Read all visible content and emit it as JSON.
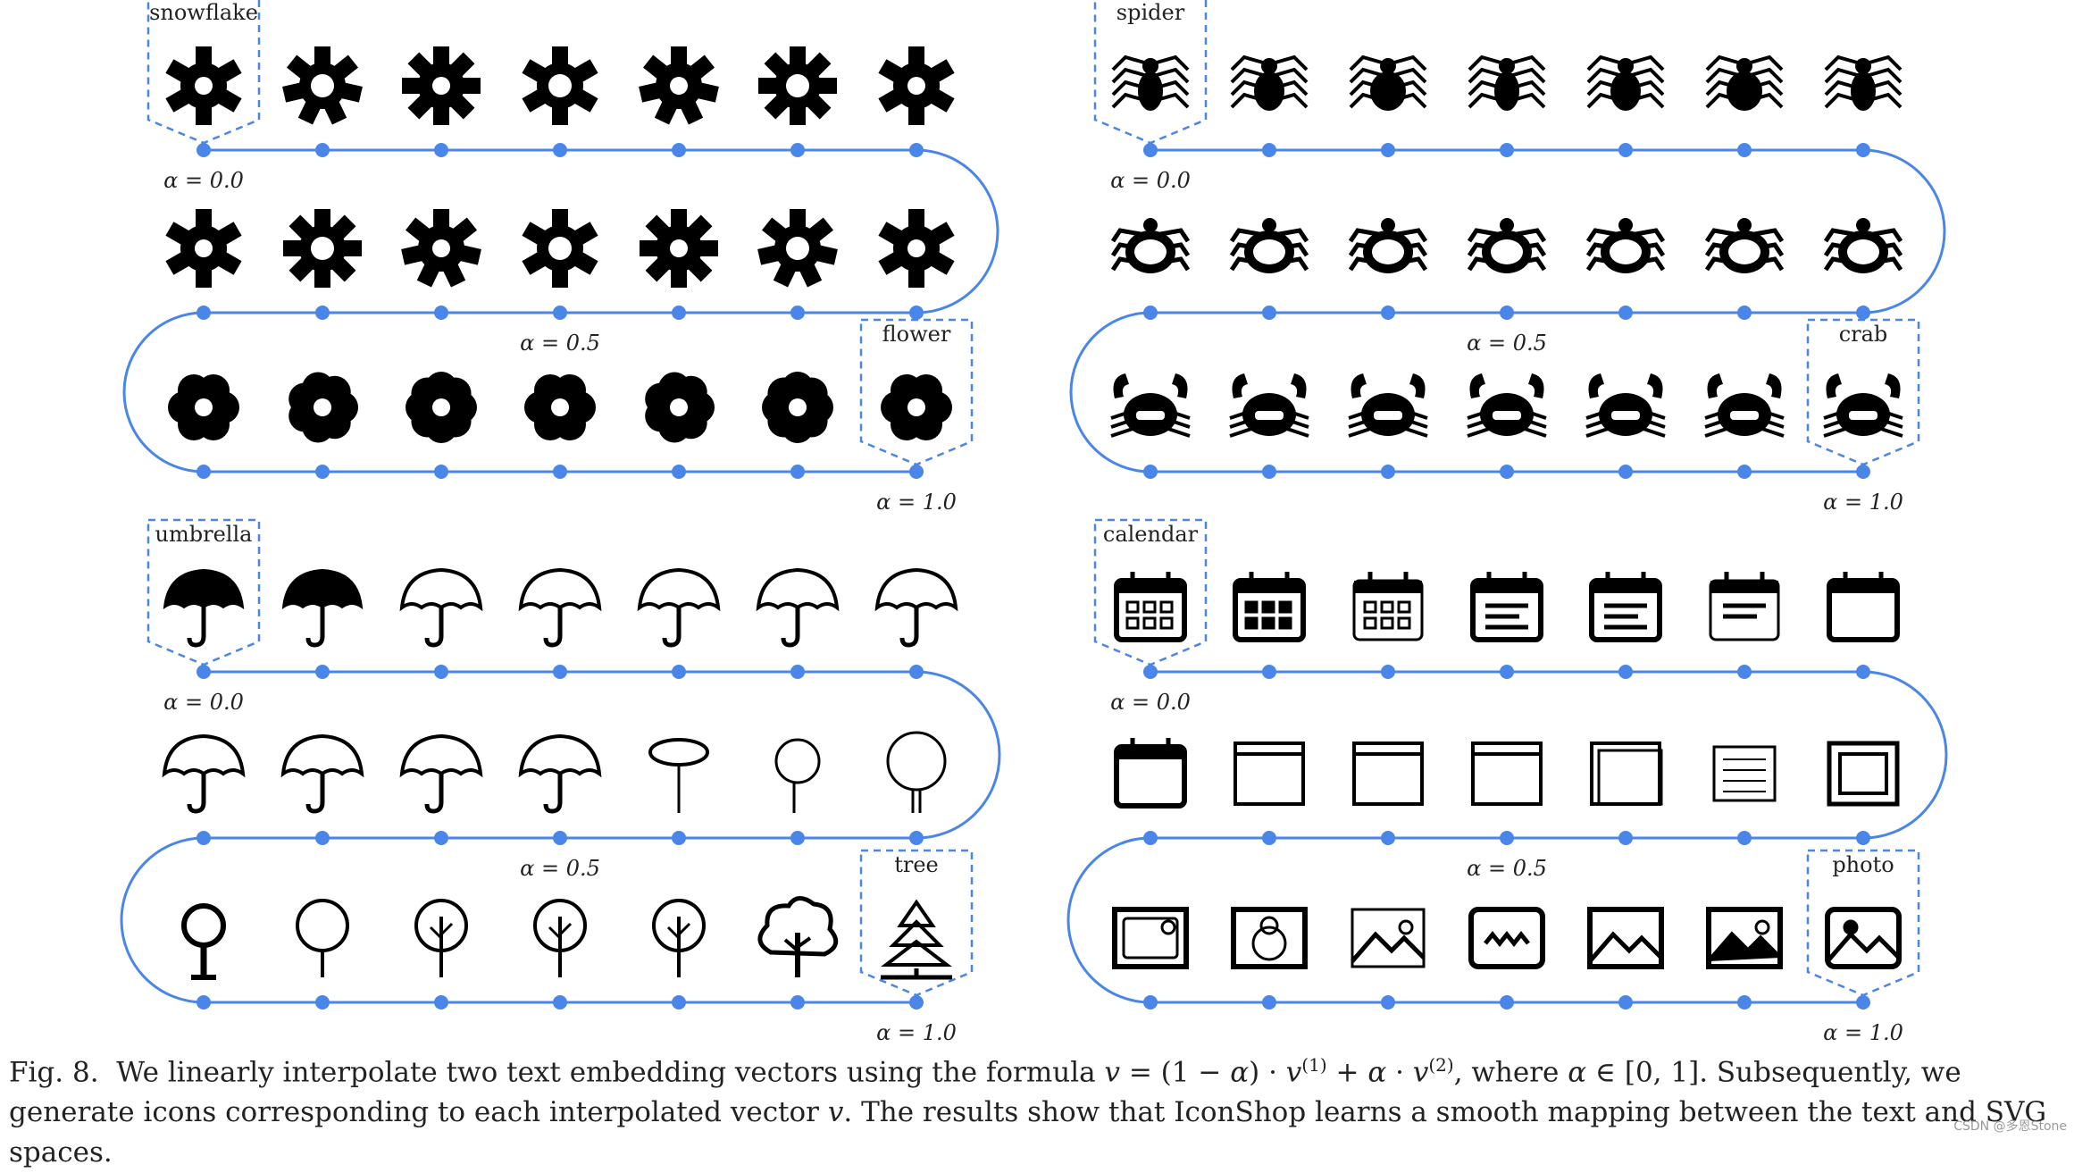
{
  "figure": {
    "path_color": "#4a86e8",
    "icon_color": "#000000",
    "panels": [
      {
        "start_label": "snowflake",
        "end_label": "flower",
        "alpha_labels": [
          "α = 0.0",
          "α = 0.5",
          "α = 1.0"
        ],
        "icons": [
          "snowflake-icon",
          "snowflake-icon",
          "snowflake-icon",
          "snowflake-icon",
          "snowflake-icon",
          "snowflake-icon",
          "snowflake-icon",
          "snowflake-icon",
          "snowflake-icon",
          "snowflake-icon",
          "snowflake-icon",
          "snowflake-icon",
          "snowflake-icon",
          "snowflake-icon",
          "flower-icon",
          "flower-icon",
          "flower-icon",
          "flower-icon",
          "flower-icon",
          "flower-icon",
          "flower-icon"
        ]
      },
      {
        "start_label": "spider",
        "end_label": "crab",
        "alpha_labels": [
          "α = 0.0",
          "α = 0.5",
          "α = 1.0"
        ],
        "icons": [
          "spider-icon",
          "spider-icon",
          "spider-icon",
          "spider-icon",
          "spider-icon",
          "spider-icon",
          "spider-icon",
          "bug-icon",
          "bug-icon",
          "bug-icon",
          "bug-icon",
          "bug-icon",
          "bug-icon",
          "bug-icon",
          "crab-icon",
          "crab-icon",
          "crab-icon",
          "crab-icon",
          "crab-icon",
          "crab-icon",
          "crab-icon"
        ]
      },
      {
        "start_label": "umbrella",
        "end_label": "tree",
        "alpha_labels": [
          "α = 0.0",
          "α = 0.5",
          "α = 1.0"
        ],
        "icons": [
          "umbrella-icon",
          "umbrella-icon",
          "umbrella-icon",
          "umbrella-icon",
          "umbrella-icon",
          "umbrella-icon",
          "umbrella-icon",
          "balloon-icon",
          "balloon-icon",
          "balloon-icon",
          "umbrella-icon",
          "umbrella-icon",
          "umbrella-icon",
          "umbrella-icon",
          "tree-icon",
          "tree-icon",
          "tree-icon",
          "tree-icon",
          "tree-icon",
          "tree-icon",
          "tree-icon"
        ]
      },
      {
        "start_label": "calendar",
        "end_label": "photo",
        "alpha_labels": [
          "α = 0.0",
          "α = 0.5",
          "α = 1.0"
        ],
        "icons": [
          "calendar-icon",
          "calendar-icon",
          "calendar-icon",
          "calendar-icon",
          "calendar-icon",
          "calendar-icon",
          "calendar-icon",
          "frame-icon",
          "document-icon",
          "frame-icon",
          "frame-icon",
          "frame-icon",
          "frame-icon",
          "calendar-icon",
          "photo-icon",
          "photo-icon",
          "photo-icon",
          "photo-icon",
          "photo-icon",
          "photo-icon",
          "photo-icon"
        ]
      }
    ]
  },
  "caption": {
    "fig_label": "Fig. 8.",
    "part1": "We linearly interpolate two text embedding vectors using the formula",
    "formula_v": "v",
    "formula_eq": " = (1 − ",
    "formula_alpha": "α",
    "formula_mid": ") · ",
    "formula_v1": "v",
    "formula_sup1": "(1)",
    "formula_plus": " + ",
    "formula_alpha2": "α",
    "formula_dot": " · ",
    "formula_v2": "v",
    "formula_sup2": "(2)",
    "part2": ", where ",
    "formula_alpha3": "α",
    "formula_range": " ∈ [0, 1]",
    "part3": ". Subsequently, we generate icons corresponding to each interpolated vector ",
    "formula_v3": "v",
    "part4": ". The results show that IconShop learns a smooth mapping between the text and SVG spaces."
  },
  "watermark": "CSDN @多恩Stone"
}
